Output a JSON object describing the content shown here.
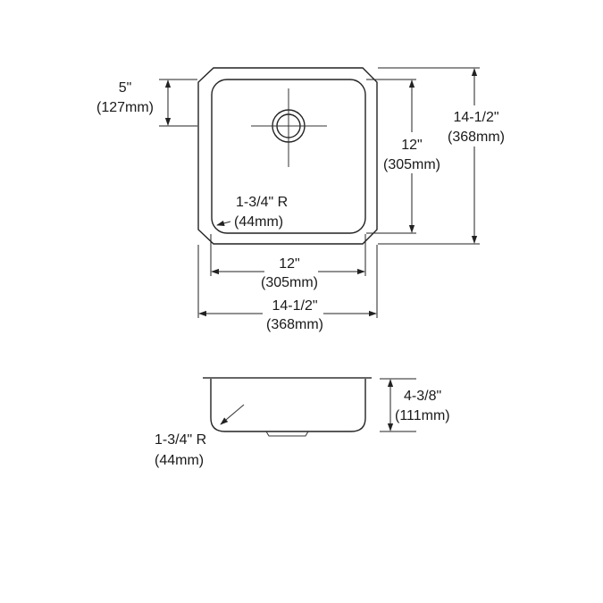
{
  "drawing": {
    "plan_view": {
      "sink_hole_offset": {
        "imperial": "5\"",
        "metric": "(127mm)"
      },
      "bowl_length": {
        "imperial": "12\"",
        "metric": "(305mm)"
      },
      "overall_length": {
        "imperial": "14-1/2\"",
        "metric": "(368mm)"
      },
      "bowl_width": {
        "imperial": "12\"",
        "metric": "(305mm)"
      },
      "overall_width": {
        "imperial": "14-1/2\"",
        "metric": "(368mm)"
      },
      "corner_radius": {
        "imperial": "1-3/4\" R",
        "metric": "(44mm)"
      }
    },
    "section_view": {
      "bowl_depth": {
        "imperial": "4-3/8\"",
        "metric": "(111mm)"
      },
      "bottom_radius": {
        "imperial": "1-3/4\" R",
        "metric": "(44mm)"
      }
    },
    "colors": {
      "line": "#222222",
      "background": "#ffffff"
    }
  }
}
